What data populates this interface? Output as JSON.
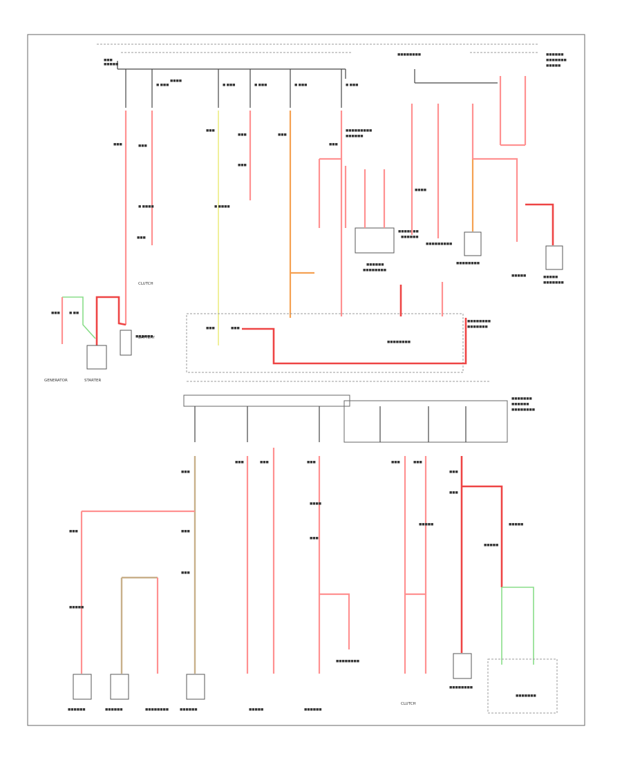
{
  "diagram": {
    "components": {
      "generator": "GENERATOR",
      "starter": "STARTER",
      "battery": "BATTERY",
      "clutch_jtb": "CLUTCH",
      "clutch_bottom": "CLUTCH"
    }
  }
}
